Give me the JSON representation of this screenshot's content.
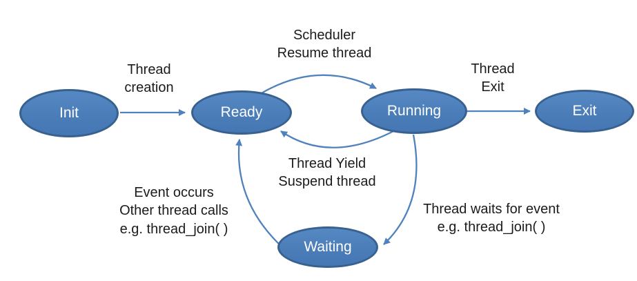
{
  "diagram": {
    "description": "thread state transition diagram",
    "nodes": [
      {
        "id": "init",
        "label": "Init"
      },
      {
        "id": "ready",
        "label": "Ready"
      },
      {
        "id": "running",
        "label": "Running"
      },
      {
        "id": "exit",
        "label": "Exit"
      },
      {
        "id": "waiting",
        "label": "Waiting"
      }
    ],
    "edges": [
      {
        "from": "init",
        "to": "ready",
        "label": "Thread\ncreation"
      },
      {
        "from": "ready",
        "to": "running",
        "label": "Scheduler\nResume thread"
      },
      {
        "from": "running",
        "to": "ready",
        "label": "Thread Yield\nSuspend thread"
      },
      {
        "from": "running",
        "to": "exit",
        "label": "Thread\nExit"
      },
      {
        "from": "waiting",
        "to": "ready",
        "label": "Event occurs\nOther thread calls\ne.g. thread_join( )"
      },
      {
        "from": "running",
        "to": "waiting",
        "label": "Thread waits for event\ne.g. thread_join( )"
      }
    ],
    "colors": {
      "node_fill": "#4f81bd",
      "node_border": "#38618f",
      "node_text": "#ffffff",
      "arrow": "#4f81bd",
      "label_text": "#1b1b1b",
      "background": "#ffffff"
    }
  }
}
